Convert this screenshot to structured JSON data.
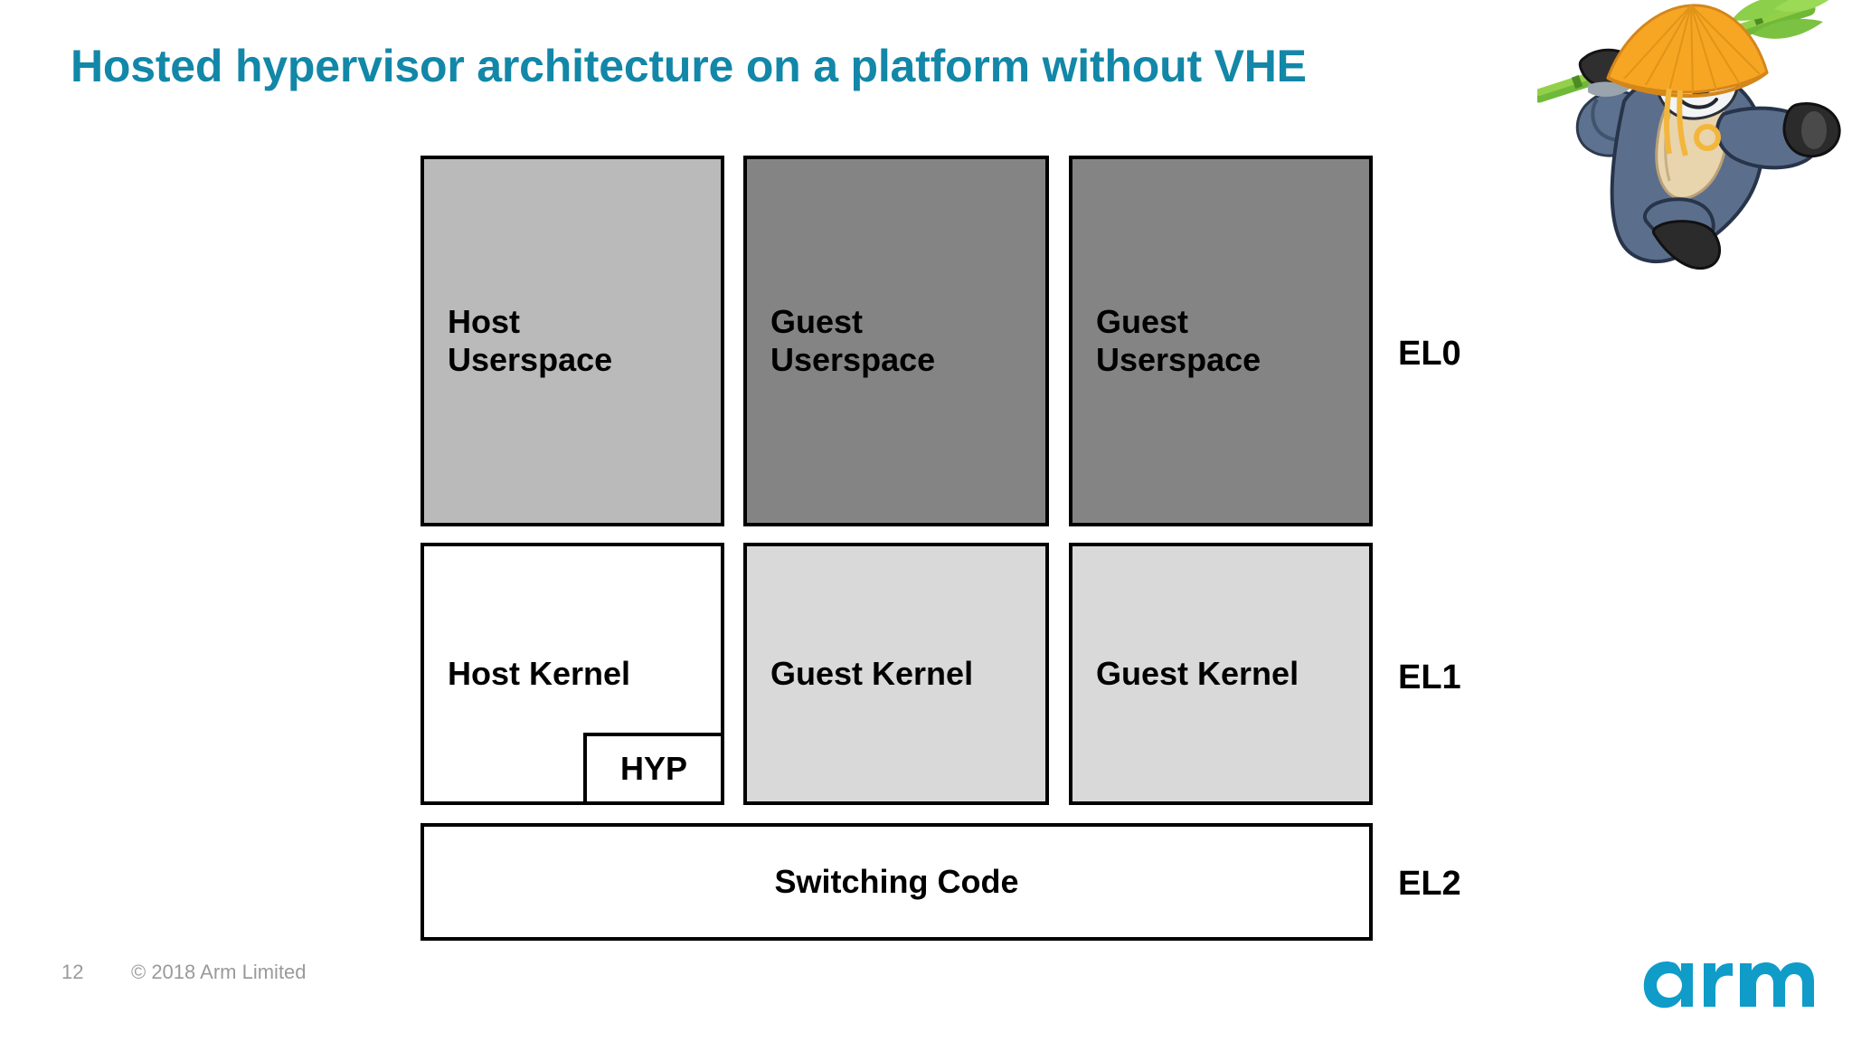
{
  "slide": {
    "title": "Hosted hypervisor architecture on a platform without VHE",
    "title_color": "#1287a8",
    "background": "#ffffff"
  },
  "diagram": {
    "columns": [
      {
        "name": "host",
        "userspace": {
          "label": "Host\nUserspace",
          "fill": "#bababa",
          "align": "left"
        },
        "kernel": {
          "label": "Host Kernel",
          "fill": "#ffffff",
          "align": "left"
        }
      },
      {
        "name": "guest-1",
        "userspace": {
          "label": "Guest\nUserspace",
          "fill": "#848484",
          "align": "left"
        },
        "kernel": {
          "label": "Guest Kernel",
          "fill": "#d9d9d9",
          "align": "left"
        }
      },
      {
        "name": "guest-2",
        "userspace": {
          "label": "Guest\nUserspace",
          "fill": "#848484",
          "align": "left"
        },
        "kernel": {
          "label": "Guest Kernel",
          "fill": "#d9d9d9",
          "align": "left"
        }
      }
    ],
    "hyp_box": {
      "label": "HYP",
      "fill": "#ffffff"
    },
    "switching_box": {
      "label": "Switching Code",
      "fill": "#ffffff"
    },
    "exception_levels": [
      {
        "label": "EL0",
        "row": "userspace"
      },
      {
        "label": "EL1",
        "row": "kernel"
      },
      {
        "label": "EL2",
        "row": "switching"
      }
    ],
    "border_color": "#000000"
  },
  "footer": {
    "page_number": "12",
    "copyright": "© 2018 Arm Limited",
    "text_color": "#9a9a9a",
    "logo_text": "arm",
    "logo_color": "#0f9cc8"
  },
  "mascot": {
    "name": "kung-fu-panda-mascot",
    "hat_color": "#f5a623",
    "robe_color": "#5a6c86",
    "bamboo_color": "#7cc242"
  }
}
